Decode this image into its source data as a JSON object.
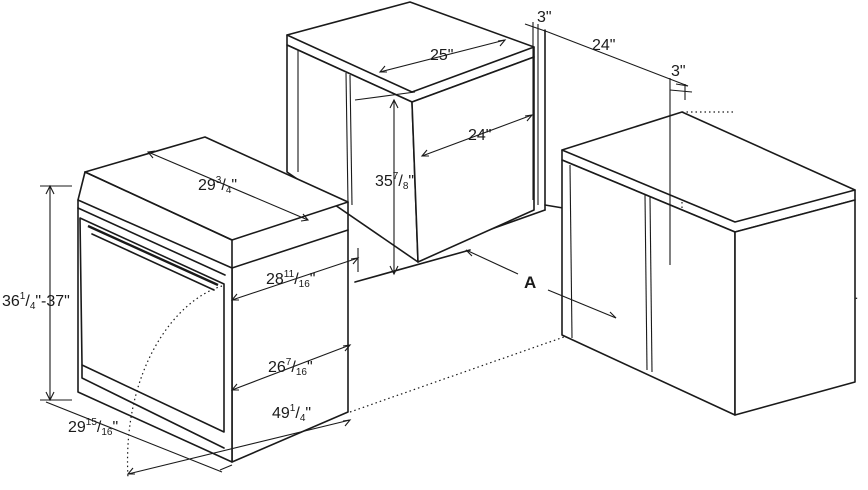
{
  "dimensions": {
    "range_height": {
      "main": "36",
      "sup": "1",
      "sub": "4",
      "tail": "\"-37\""
    },
    "range_depth": {
      "main": "29",
      "sup": "15",
      "sub": "16",
      "tail": "\""
    },
    "cooktop_width": {
      "main": "29",
      "sup": "3",
      "sub": "4",
      "tail": "\""
    },
    "cabinet_depth_top": {
      "main": "28",
      "sup": "11",
      "sub": "16",
      "tail": "\""
    },
    "cabinet_depth_mid": {
      "main": "26",
      "sup": "7",
      "sub": "16",
      "tail": "\""
    },
    "door_open_depth": {
      "main": "49",
      "sup": "1",
      "sub": "4",
      "tail": "\""
    },
    "upper_cabinet_width": {
      "main": "25\""
    },
    "upper_cabinet_depth": {
      "main": "24\""
    },
    "upper_cabinet_height": {
      "main": "35",
      "sup": "7",
      "sub": "8",
      "tail": "\""
    },
    "gap_left": {
      "main": "3\""
    },
    "gap_span": {
      "main": "24\""
    },
    "gap_right": {
      "main": "3\""
    }
  },
  "labels": {
    "clearance": "A"
  }
}
